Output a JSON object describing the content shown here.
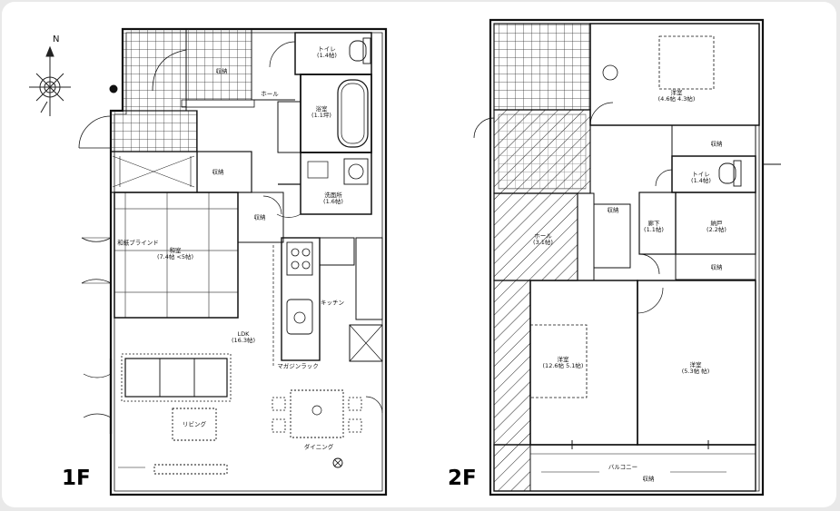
{
  "floors": [
    {
      "id": "1F",
      "label": "1F"
    },
    {
      "id": "2F",
      "label": "2F"
    }
  ],
  "compass": {
    "north": "N"
  },
  "rooms_1f": {
    "toilet": "トイレ",
    "toilet_area": "(1.4帖)",
    "bath": "浴室",
    "bath_area": "(1.1坪)",
    "storage": "収納",
    "hall": "ホール",
    "washroom": "洗面所",
    "washroom_area": "(1.6帖)",
    "japanese": "和室",
    "japanese_area": "(7.4帖 <5帖)",
    "blind": "和紙ブラインド",
    "ldk": "LDK",
    "ldk_area": "(16.3帖)",
    "kitchen": "キッチン",
    "living": "リビング",
    "dining": "ダイニング",
    "magazine_rack": "マガジンラック",
    "closet": "収納",
    "closet2": "収納"
  },
  "rooms_2f": {
    "western1": "洋室",
    "western1_area": "(4.6帖 4.3帖)",
    "closet_a": "収納",
    "toilet": "トイレ",
    "toilet_area": "(1.4帖)",
    "hall": "ホール",
    "hall_area": "(3.1帖)",
    "hall2": "廊下",
    "hall2_area": "(1.1帖)",
    "closet_b": "収納",
    "storage_room": "納戸",
    "storage_room_area": "(2.2帖)",
    "closet_c": "収納",
    "western2": "洋室",
    "western2_area": "(12.6帖 5.1帖)",
    "western3": "洋室",
    "western3_area": "(5.3帖 帖)",
    "balcony": "バルコニー",
    "closet_d": "収納"
  }
}
